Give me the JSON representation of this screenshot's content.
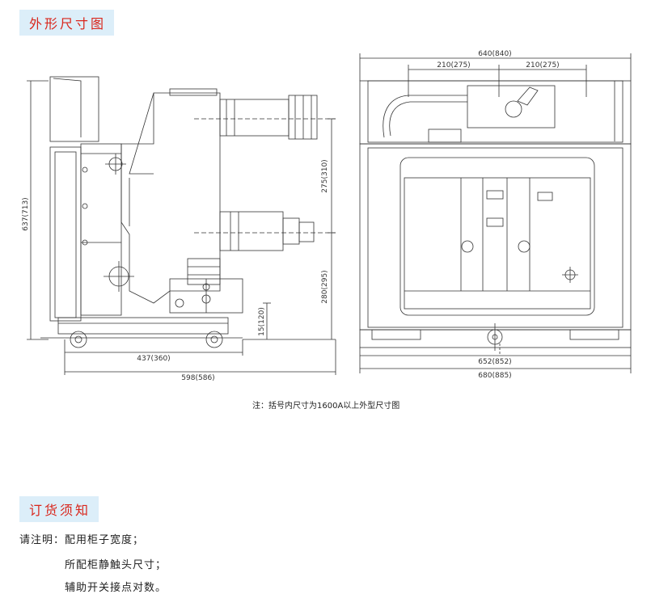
{
  "sections": {
    "outline": {
      "title": "外形尺寸图"
    },
    "ordering": {
      "title": "订货须知"
    }
  },
  "drawing": {
    "left_view": {
      "dim_height": "637(713)",
      "dim_contact_spacing": "275(310)",
      "dim_contact_height": "280(295)",
      "dim_base": "15(120)",
      "dim_depth_contact": "437(360)",
      "dim_depth_total": "598(586)"
    },
    "front_view": {
      "dim_width_top": "640(840)",
      "dim_pitch_left": "210(275)",
      "dim_pitch_right": "210(275)",
      "dim_width_inner": "652(852)",
      "dim_width_total": "680(885)"
    }
  },
  "note": "注：括号内尺寸为1600A以上外型尺寸图",
  "ordering": {
    "lines": [
      "请注明：配用柜子宽度；",
      "所配柜静触头尺寸；",
      "辅助开关接点对数。"
    ]
  }
}
